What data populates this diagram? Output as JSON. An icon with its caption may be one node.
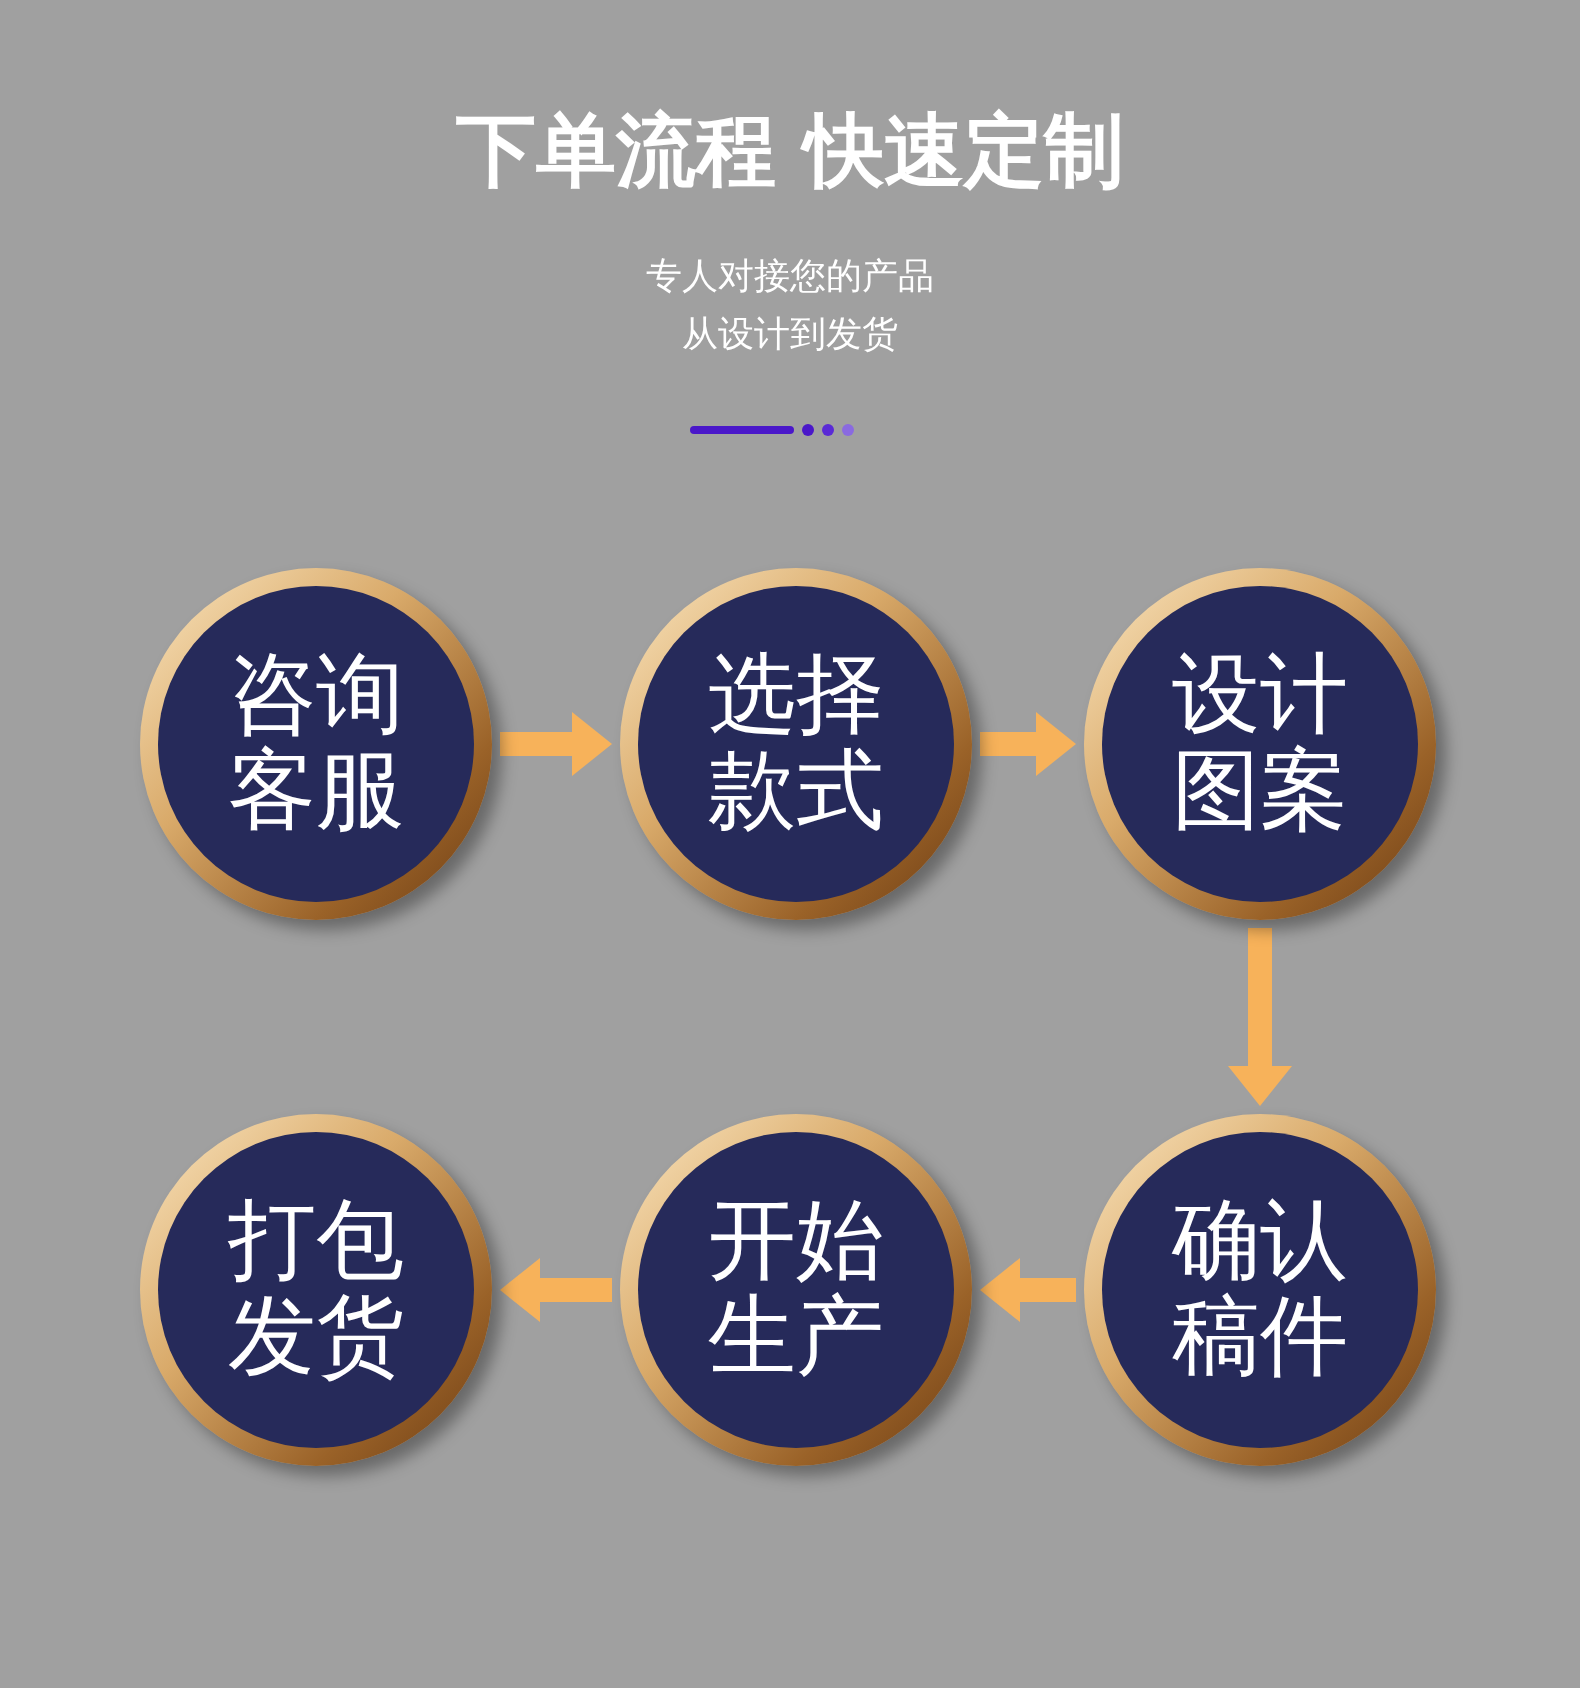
{
  "diagram": {
    "title": "下单流程 快速定制",
    "nodes": [
      {
        "text": [
          "咨询客服"
        ]
      },
      {
        "text": [
          "选择款式"
        ]
      },
      {
        "text": [
          "设计图案"
        ]
      },
      {
        "text": [
          "打包发货"
        ]
      },
      {
        "text": [
          "开始生产"
        ]
      },
      {
        "text": [
          "确认稿件"
        ]
      }
    ],
    "edges": [
      {
        "from": 0,
        "to": 1,
        "arrow": "to"
      },
      {
        "from": 1,
        "to": 2,
        "arrow": "to"
      },
      {
        "from": 2,
        "to": 5,
        "arrow": "to"
      },
      {
        "from": 5,
        "to": 4,
        "arrow": "to"
      },
      {
        "from": 4,
        "to": 3,
        "arrow": "to"
      }
    ],
    "labels": [
      "专人对接您的产品",
      "从设计到发货"
    ]
  }
}
